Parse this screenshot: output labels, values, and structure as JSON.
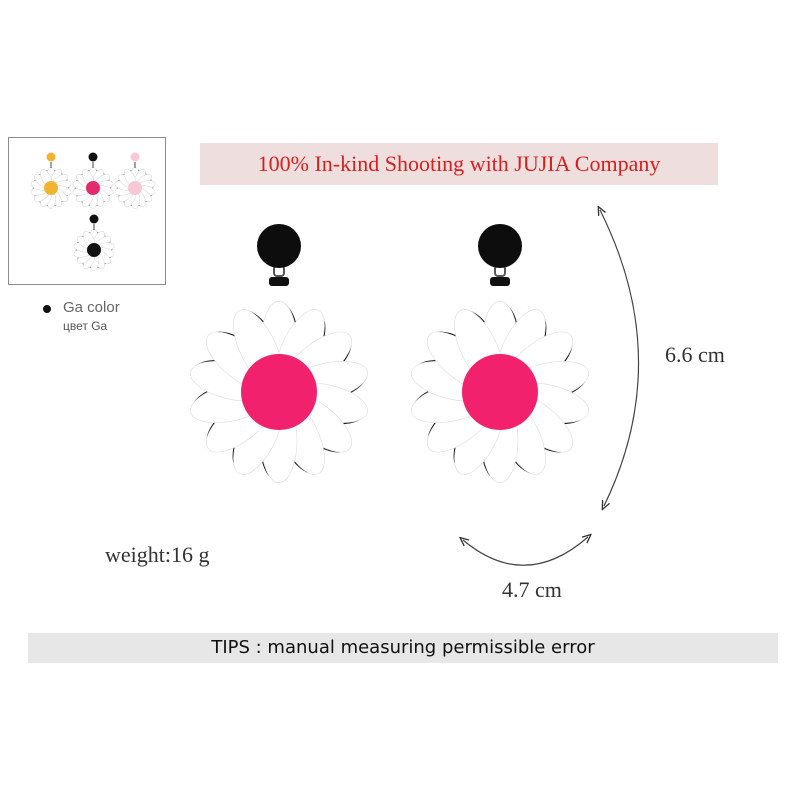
{
  "headline": "100% In-kind Shooting with JUJIA Company",
  "variants": {
    "label": "Ga color",
    "sublabel": "цвет Ga",
    "centers": [
      "#f0b430",
      "#e22a6c",
      "#f8c8d6",
      "#111111"
    ]
  },
  "product": {
    "stud_color": "#0d0d0d",
    "petal_color": "#ffffff",
    "petal_outline": "#111111",
    "center_color": "#f2216e"
  },
  "dimensions": {
    "height": "6.6 cm",
    "width": "4.7 cm",
    "weight": "weight:16 g"
  },
  "tips": "TIPS : manual measuring permissible error",
  "colors": {
    "headline_text": "#d81f1f",
    "headline_bg": "#eedede",
    "tips_bg": "#e7e7e7"
  }
}
